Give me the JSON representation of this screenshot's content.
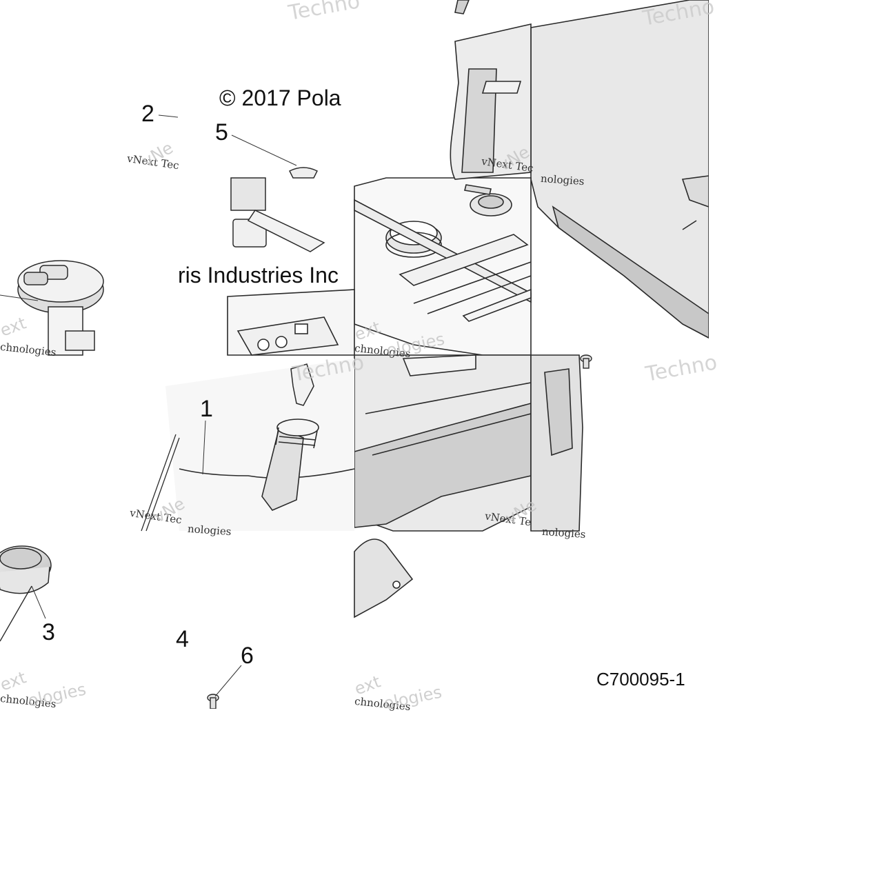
{
  "diagram": {
    "callouts": [
      {
        "id": "1",
        "label": "1"
      },
      {
        "id": "2",
        "label": "2"
      },
      {
        "id": "3",
        "label": "3"
      },
      {
        "id": "4",
        "label": "4"
      },
      {
        "id": "5",
        "label": "5"
      },
      {
        "id": "6",
        "label": "6"
      }
    ],
    "copyright_part1": "© 2017 Pola",
    "copyright_part2": "ris Industries Inc",
    "figure_code": "C700095-1",
    "watermarks": {
      "techno": "Techno",
      "vnext_tec": "vNext Tec",
      "vnext_te": "vNext Te",
      "nologies": "nologies",
      "ext": "ext",
      "chnologies": "chnologies",
      "tech_partial": "Techn",
      "vnext": "vNe",
      "ologies": "ologies",
      "technologies_big": "Techno"
    },
    "colors": {
      "line": "#2a2a2a",
      "part_fill": "#eeeeee",
      "shade": "#c9c9c9",
      "dark_shade": "#9a9a9a"
    }
  }
}
